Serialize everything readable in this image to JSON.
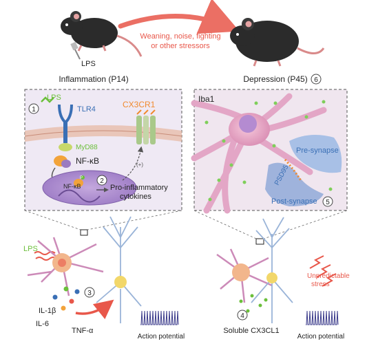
{
  "top": {
    "lps": "LPS",
    "stressors_line1": "Weaning, noise, fighting",
    "stressors_line2": "or other stressors",
    "left_title": "Inflammation (P14)",
    "right_title": "Depression (P45)",
    "right_title_step": "6"
  },
  "left_panel": {
    "step1": "1",
    "lps": "LPS",
    "tlr4": "TLR4",
    "myd88": "MyD88",
    "cx3cr1": "CX3CR1",
    "nfkb": "NF-κB",
    "nucleus_nfkb": "NF-κB",
    "p": "P",
    "plus": "(+)",
    "step2": "2",
    "pro_line1": "Pro-inflammatory",
    "pro_line2": "cytokines"
  },
  "right_panel": {
    "iba1": "Iba1",
    "pre_synapse": "Pre-synapse",
    "psd95": "PSD95",
    "post_synapse": "Post-synapse",
    "step5": "5"
  },
  "bottom_left": {
    "lps": "LPS",
    "step3": "3",
    "il1b": "IL-1β",
    "il6": "IL-6",
    "tnfa": "TNF-α",
    "action_potential": "Action potential"
  },
  "bottom_right": {
    "unpredictable_line1": "Unpredictable",
    "unpredictable_line2": "stress",
    "step4": "4",
    "soluble": "Soluble CX3CL1",
    "action_potential": "Action potential"
  },
  "colors": {
    "red": "#e8574a",
    "green": "#6bbf3a",
    "orange": "#f08a2e",
    "blue": "#3a6fb5",
    "microglia": "#e6a8c4",
    "neuron": "#c9b6e0",
    "panel_bg": "#ece6f2"
  }
}
